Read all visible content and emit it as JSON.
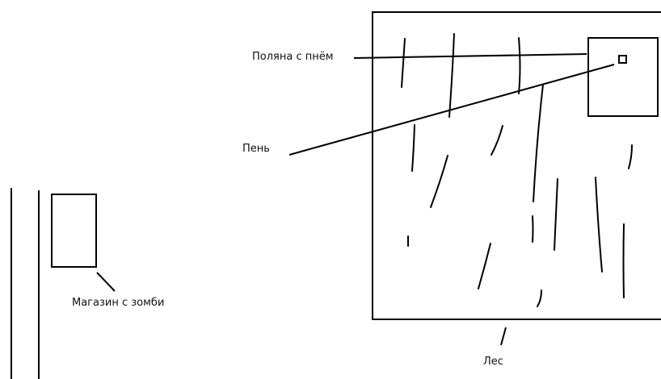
{
  "labels": {
    "clearing": "Поляна с пнём",
    "stump": "Пень",
    "shop": "Магазин с зомби",
    "forest": "Лес"
  },
  "colors": {
    "ink": "#000000",
    "background": "#ffffff"
  }
}
